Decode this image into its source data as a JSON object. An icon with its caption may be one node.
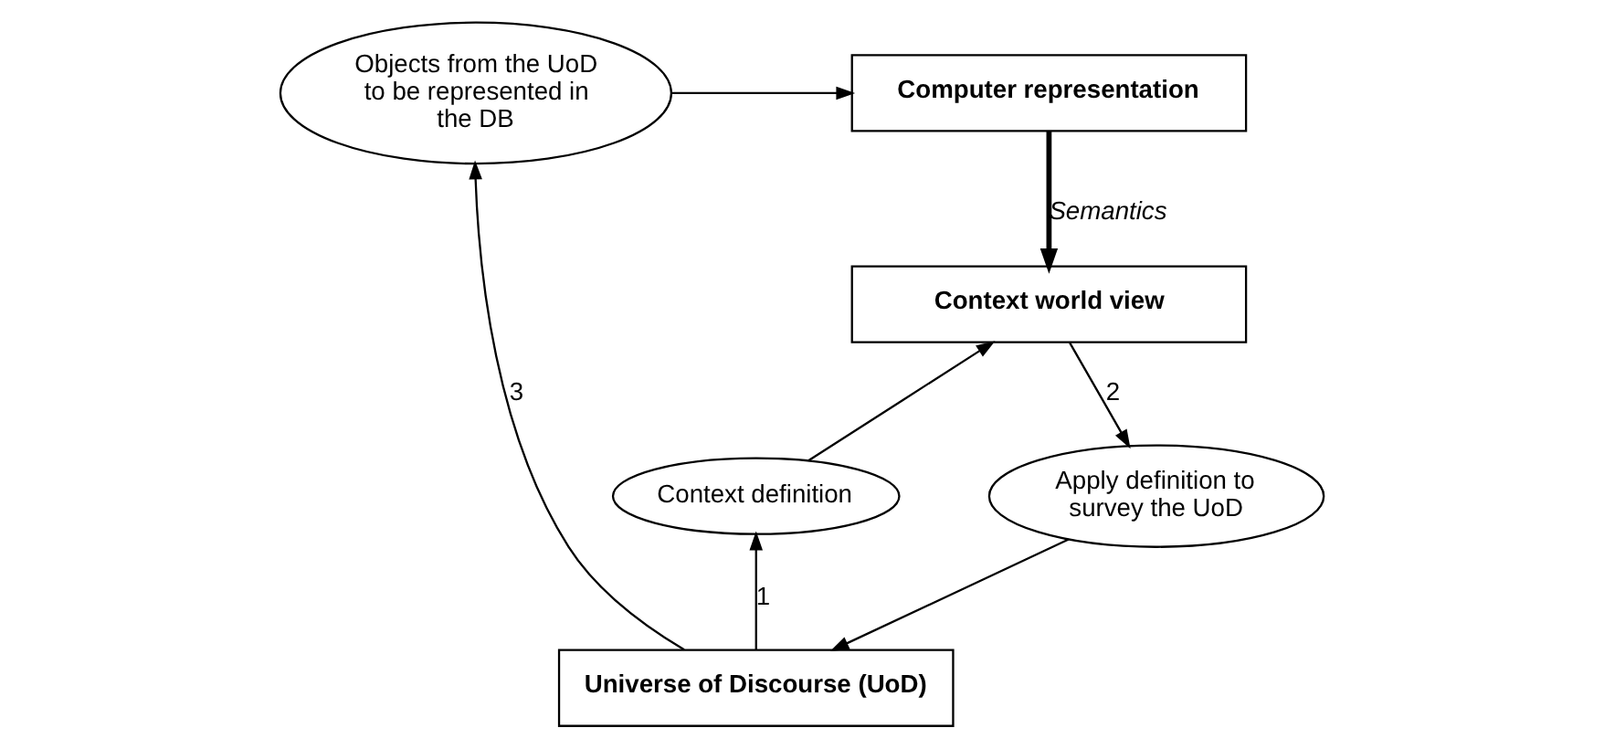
{
  "diagram": {
    "nodes": [
      {
        "text": [
          "Computer representation"
        ]
      },
      {
        "text": [
          "Objects from the UoD to be represented in the DB"
        ]
      },
      {
        "text": [
          "Context world view"
        ]
      },
      {
        "text": [
          "Context definition"
        ]
      },
      {
        "text": [
          "Apply definition to survey the UoD"
        ]
      },
      {
        "text": [
          "Universe of Discourse (UoD)"
        ]
      }
    ],
    "edges": [
      {
        "from": 1,
        "to": 0,
        "arrow": "to"
      },
      {
        "from": 0,
        "to": 2,
        "arrow": "to",
        "label": "Semantics",
        "style": "thick"
      },
      {
        "from": 3,
        "to": 2,
        "arrow": "to"
      },
      {
        "from": 2,
        "to": 4,
        "arrow": "to",
        "label": "2"
      },
      {
        "from": 4,
        "to": 5,
        "arrow": "to"
      },
      {
        "from": 5,
        "to": 3,
        "arrow": "to",
        "label": "1"
      },
      {
        "from": 5,
        "to": 1,
        "arrow": "to",
        "label": "3"
      }
    ]
  }
}
